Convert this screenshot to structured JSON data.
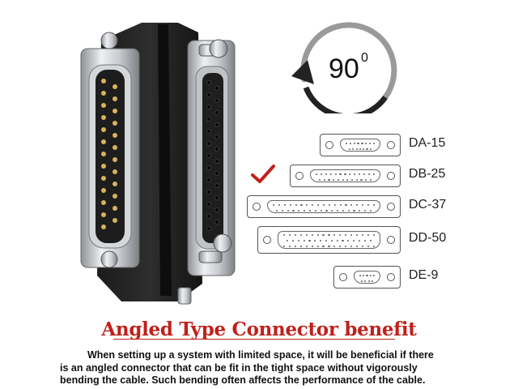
{
  "rotation_badge": {
    "value": "90",
    "superscript": "0"
  },
  "connectors": [
    {
      "label": "DA-15",
      "checked": false
    },
    {
      "label": "DB-25",
      "checked": true
    },
    {
      "label": "DC-37",
      "checked": false
    },
    {
      "label": "DD-50",
      "checked": false
    },
    {
      "label": "DE-9",
      "checked": false
    }
  ],
  "headline": "Angled Type Connector benefit",
  "description": {
    "line1": "When setting up a system with limited space, it will be beneficial if there",
    "line2": "is an angled connector that can be fit in the tight space without vigorously",
    "line3": "bending the cable. Such bending often affects the performance of the cable."
  },
  "colors": {
    "accent": "#c0211c",
    "check": "#c0211c",
    "arrow": "#222222",
    "arc_gray": "#9a9a9a"
  }
}
